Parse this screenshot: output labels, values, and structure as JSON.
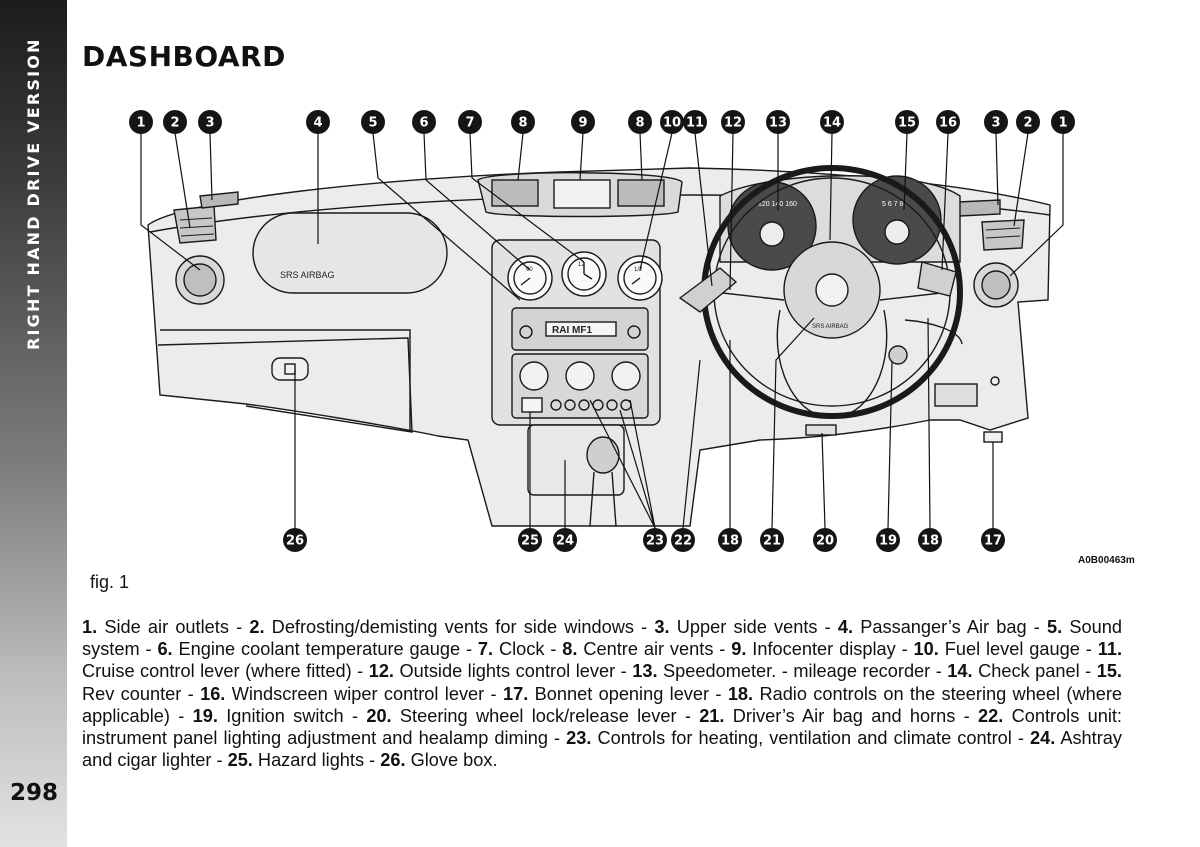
{
  "sidebar": {
    "section_title": "RIGHT HAND DRIVE VERSION",
    "page_number": "298"
  },
  "page_title": "DASHBOARD",
  "figure": {
    "caption": "fig. 1",
    "code": "A0B00463m",
    "airbag_label": "SRS AIRBAG",
    "radio_label": "RAI MF1",
    "steering_airbag_label": "SRS AIRBAG",
    "callouts_top": [
      "1",
      "2",
      "3",
      "4",
      "5",
      "6",
      "7",
      "8",
      "9",
      "8",
      "10",
      "11",
      "12",
      "13",
      "14",
      "15",
      "16",
      "3",
      "2",
      "1"
    ],
    "callouts_bottom": [
      "26",
      "25",
      "24",
      "23",
      "22",
      "18",
      "21",
      "20",
      "19",
      "18",
      "17"
    ]
  },
  "legend": [
    {
      "num": "1.",
      "text": " Side air outlets - "
    },
    {
      "num": "2.",
      "text": " Defrosting/demisting vents for side windows - "
    },
    {
      "num": "3.",
      "text": " Upper side vents - "
    },
    {
      "num": "4.",
      "text": " Passanger’s Air bag - "
    },
    {
      "num": "5.",
      "text": " Sound system - "
    },
    {
      "num": "6.",
      "text": " Engine coolant temperature gauge - "
    },
    {
      "num": "7.",
      "text": " Clock - "
    },
    {
      "num": "8.",
      "text": " Centre air vents - "
    },
    {
      "num": "9.",
      "text": " Infocenter display - "
    },
    {
      "num": "10.",
      "text": " Fuel level gauge - "
    },
    {
      "num": "11.",
      "text": " Cruise control lever (where fitted) - "
    },
    {
      "num": "12.",
      "text": " Outside lights control lever - "
    },
    {
      "num": "13.",
      "text": " Speedometer. - mileage recorder - "
    },
    {
      "num": "14.",
      "text": " Check panel - "
    },
    {
      "num": "15.",
      "text": " Rev counter - "
    },
    {
      "num": "16.",
      "text": " Windscreen wiper control lever - "
    },
    {
      "num": "17.",
      "text": " Bonnet opening lever - "
    },
    {
      "num": "18.",
      "text": " Radio controls on the steering wheel (where applicable) - "
    },
    {
      "num": "19.",
      "text": " Ignition switch - "
    },
    {
      "num": "20.",
      "text": " Steering wheel lock/release lever - "
    },
    {
      "num": "21.",
      "text": " Driver’s Air bag and horns - "
    },
    {
      "num": "22.",
      "text": " Controls unit: instrument panel lighting adjustment and healamp diming - "
    },
    {
      "num": "23.",
      "text": " Controls for heating, ventilation and climate control - "
    },
    {
      "num": "24.",
      "text": " Ashtray and cigar lighter - "
    },
    {
      "num": "25.",
      "text": " Hazard lights - "
    },
    {
      "num": "26.",
      "text": " Glove box."
    }
  ]
}
